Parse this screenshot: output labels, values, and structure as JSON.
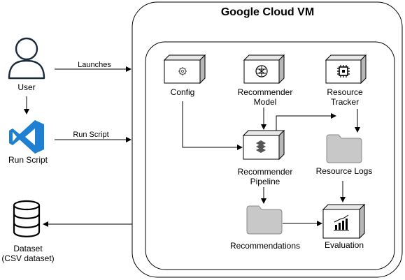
{
  "vm_title": "Google Cloud VM",
  "edges": {
    "launches": "Launches",
    "run_script": "Run Script"
  },
  "nodes": {
    "user": "User",
    "run_script": "Run Script",
    "dataset_line1": "Dataset",
    "dataset_line2": "(CSV dataset)",
    "config": "Config",
    "recommender_model_line1": "Recommender",
    "recommender_model_line2": "Model",
    "resource_tracker_line1": "Resource",
    "resource_tracker_line2": "Tracker",
    "pipeline_line1": "Recommender",
    "pipeline_line2": "Pipeline",
    "resource_logs": "Resource Logs",
    "recommendations": "Recommendations",
    "evaluation": "Evaluation"
  },
  "colors": {
    "accent_blue": "#1f7fd1",
    "box_gray": "#d9d9d9",
    "folder_gray": "#c8c8c8"
  }
}
